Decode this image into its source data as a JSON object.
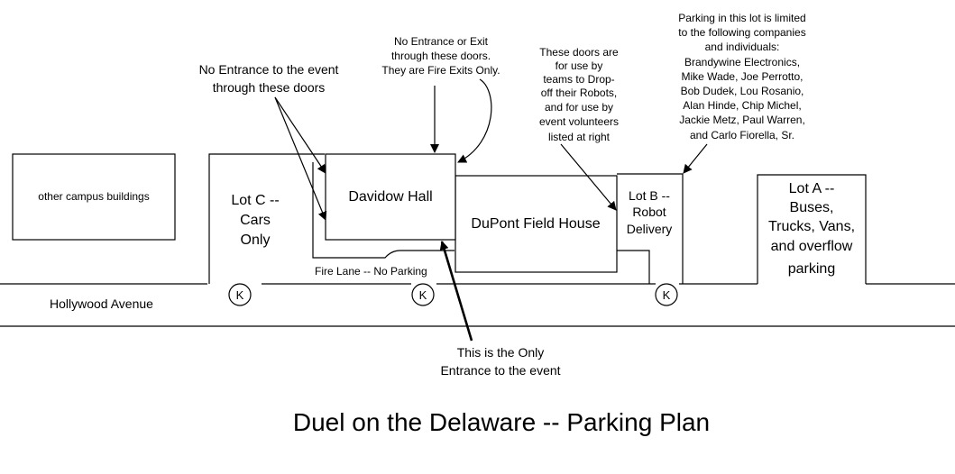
{
  "title": "Duel on the Delaware -- Parking Plan",
  "buildings": {
    "campus": "other campus buildings",
    "davidow": "Davidow Hall",
    "dupont": "DuPont Field House"
  },
  "lots": {
    "c": [
      "Lot C --",
      "Cars",
      "Only"
    ],
    "b": [
      "Lot B --",
      "Robot",
      "Delivery"
    ],
    "a": [
      "Lot A --",
      "Buses,",
      "Trucks, Vans,",
      "and overflow",
      "parking"
    ]
  },
  "road": {
    "name": "Hollywood Avenue",
    "fire_lane": "Fire Lane -- No Parking",
    "marker": "K"
  },
  "notes": {
    "no_entrance_event": [
      "No Entrance to the event",
      "through these doors"
    ],
    "fire_exits": [
      "No Entrance or Exit",
      "through these doors.",
      "They are Fire Exits Only."
    ],
    "dropoff": [
      "These doors are",
      "for use by",
      "teams to Drop-",
      "off their Robots,",
      "and for use by",
      "event volunteers",
      "listed at right"
    ],
    "parking_limited": [
      "Parking in this lot is limited",
      "to the following companies",
      "and individuals:",
      "Brandywine Electronics,",
      "Mike Wade, Joe Perrotto,",
      "Bob Dudek, Lou Rosanio,",
      "Alan Hinde, Chip Michel,",
      "Jackie Metz, Paul Warren,",
      "and Carlo Fiorella, Sr."
    ],
    "only_entrance": [
      "This is the Only",
      "Entrance to the event"
    ]
  }
}
